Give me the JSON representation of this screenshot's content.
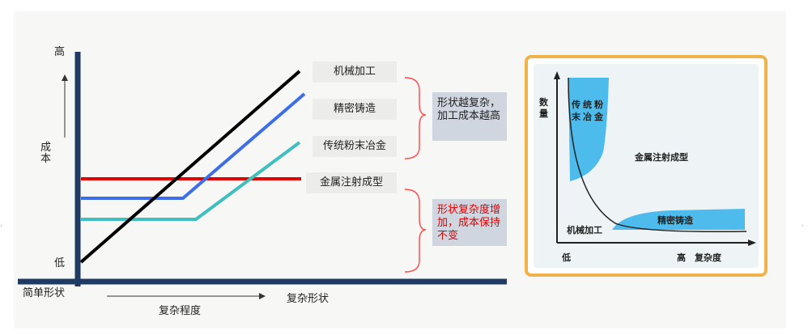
{
  "main_chart": {
    "y_high": "高",
    "y_low": "低",
    "y_label": "成本",
    "x_start": "简单形状",
    "x_end": "复杂形状",
    "x_arrow_label": "复杂程度",
    "colors": {
      "machining": "#000000",
      "investment_casting": "#3d6ee8",
      "powder_metallurgy": "#3fbfbf",
      "mim": "#e00000",
      "axis": "#1f3b63",
      "bracket": "#ff5050"
    }
  },
  "process_labels": {
    "machining": "机械加工",
    "investment_casting": "精密铸造",
    "powder_metallurgy": "传统粉末冶金",
    "mim": "金属注射成型"
  },
  "notes": {
    "upper": "形状越复杂，加工成本越高",
    "lower": "形状复杂度增加，成本保持不变"
  },
  "inset": {
    "y_label": "数量",
    "x_label": "复杂度",
    "x_low": "低",
    "x_high": "高",
    "region_powder": "传统粉末冶金",
    "region_mim": "金属注射成型",
    "region_machining": "机械加工",
    "region_casting": "精密铸造",
    "colors": {
      "region_fill": "#4dbbec",
      "border": "#f0b34a"
    }
  }
}
